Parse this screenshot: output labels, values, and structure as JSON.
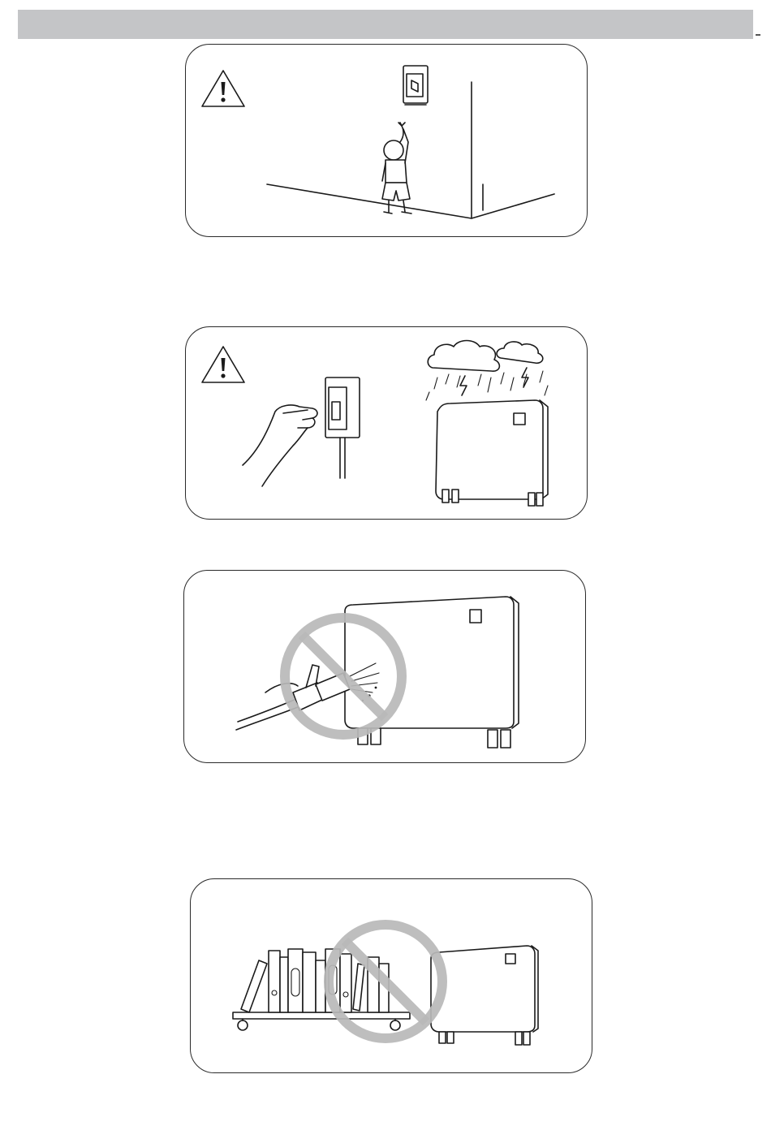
{
  "page": {
    "header_bar_color": "#c4c5c7",
    "prohibition_color": "#b8b8b8",
    "panels": [
      {
        "id": "child-breaker-warning",
        "icons": [
          "warning-icon",
          "circuit-breaker-icon",
          "child-figure-icon"
        ]
      },
      {
        "id": "switch-off-in-storm",
        "icons": [
          "warning-icon",
          "circuit-breaker-icon",
          "hand-icon",
          "storm-cloud-icon",
          "lightning-icon",
          "heat-pump-unit-icon"
        ]
      },
      {
        "id": "no-water-spray",
        "icons": [
          "no-symbol-icon",
          "water-hose-icon",
          "heat-pump-unit-icon"
        ]
      },
      {
        "id": "no-obstructions",
        "icons": [
          "no-symbol-icon",
          "bookshelf-icon",
          "heat-pump-unit-icon"
        ]
      }
    ]
  }
}
